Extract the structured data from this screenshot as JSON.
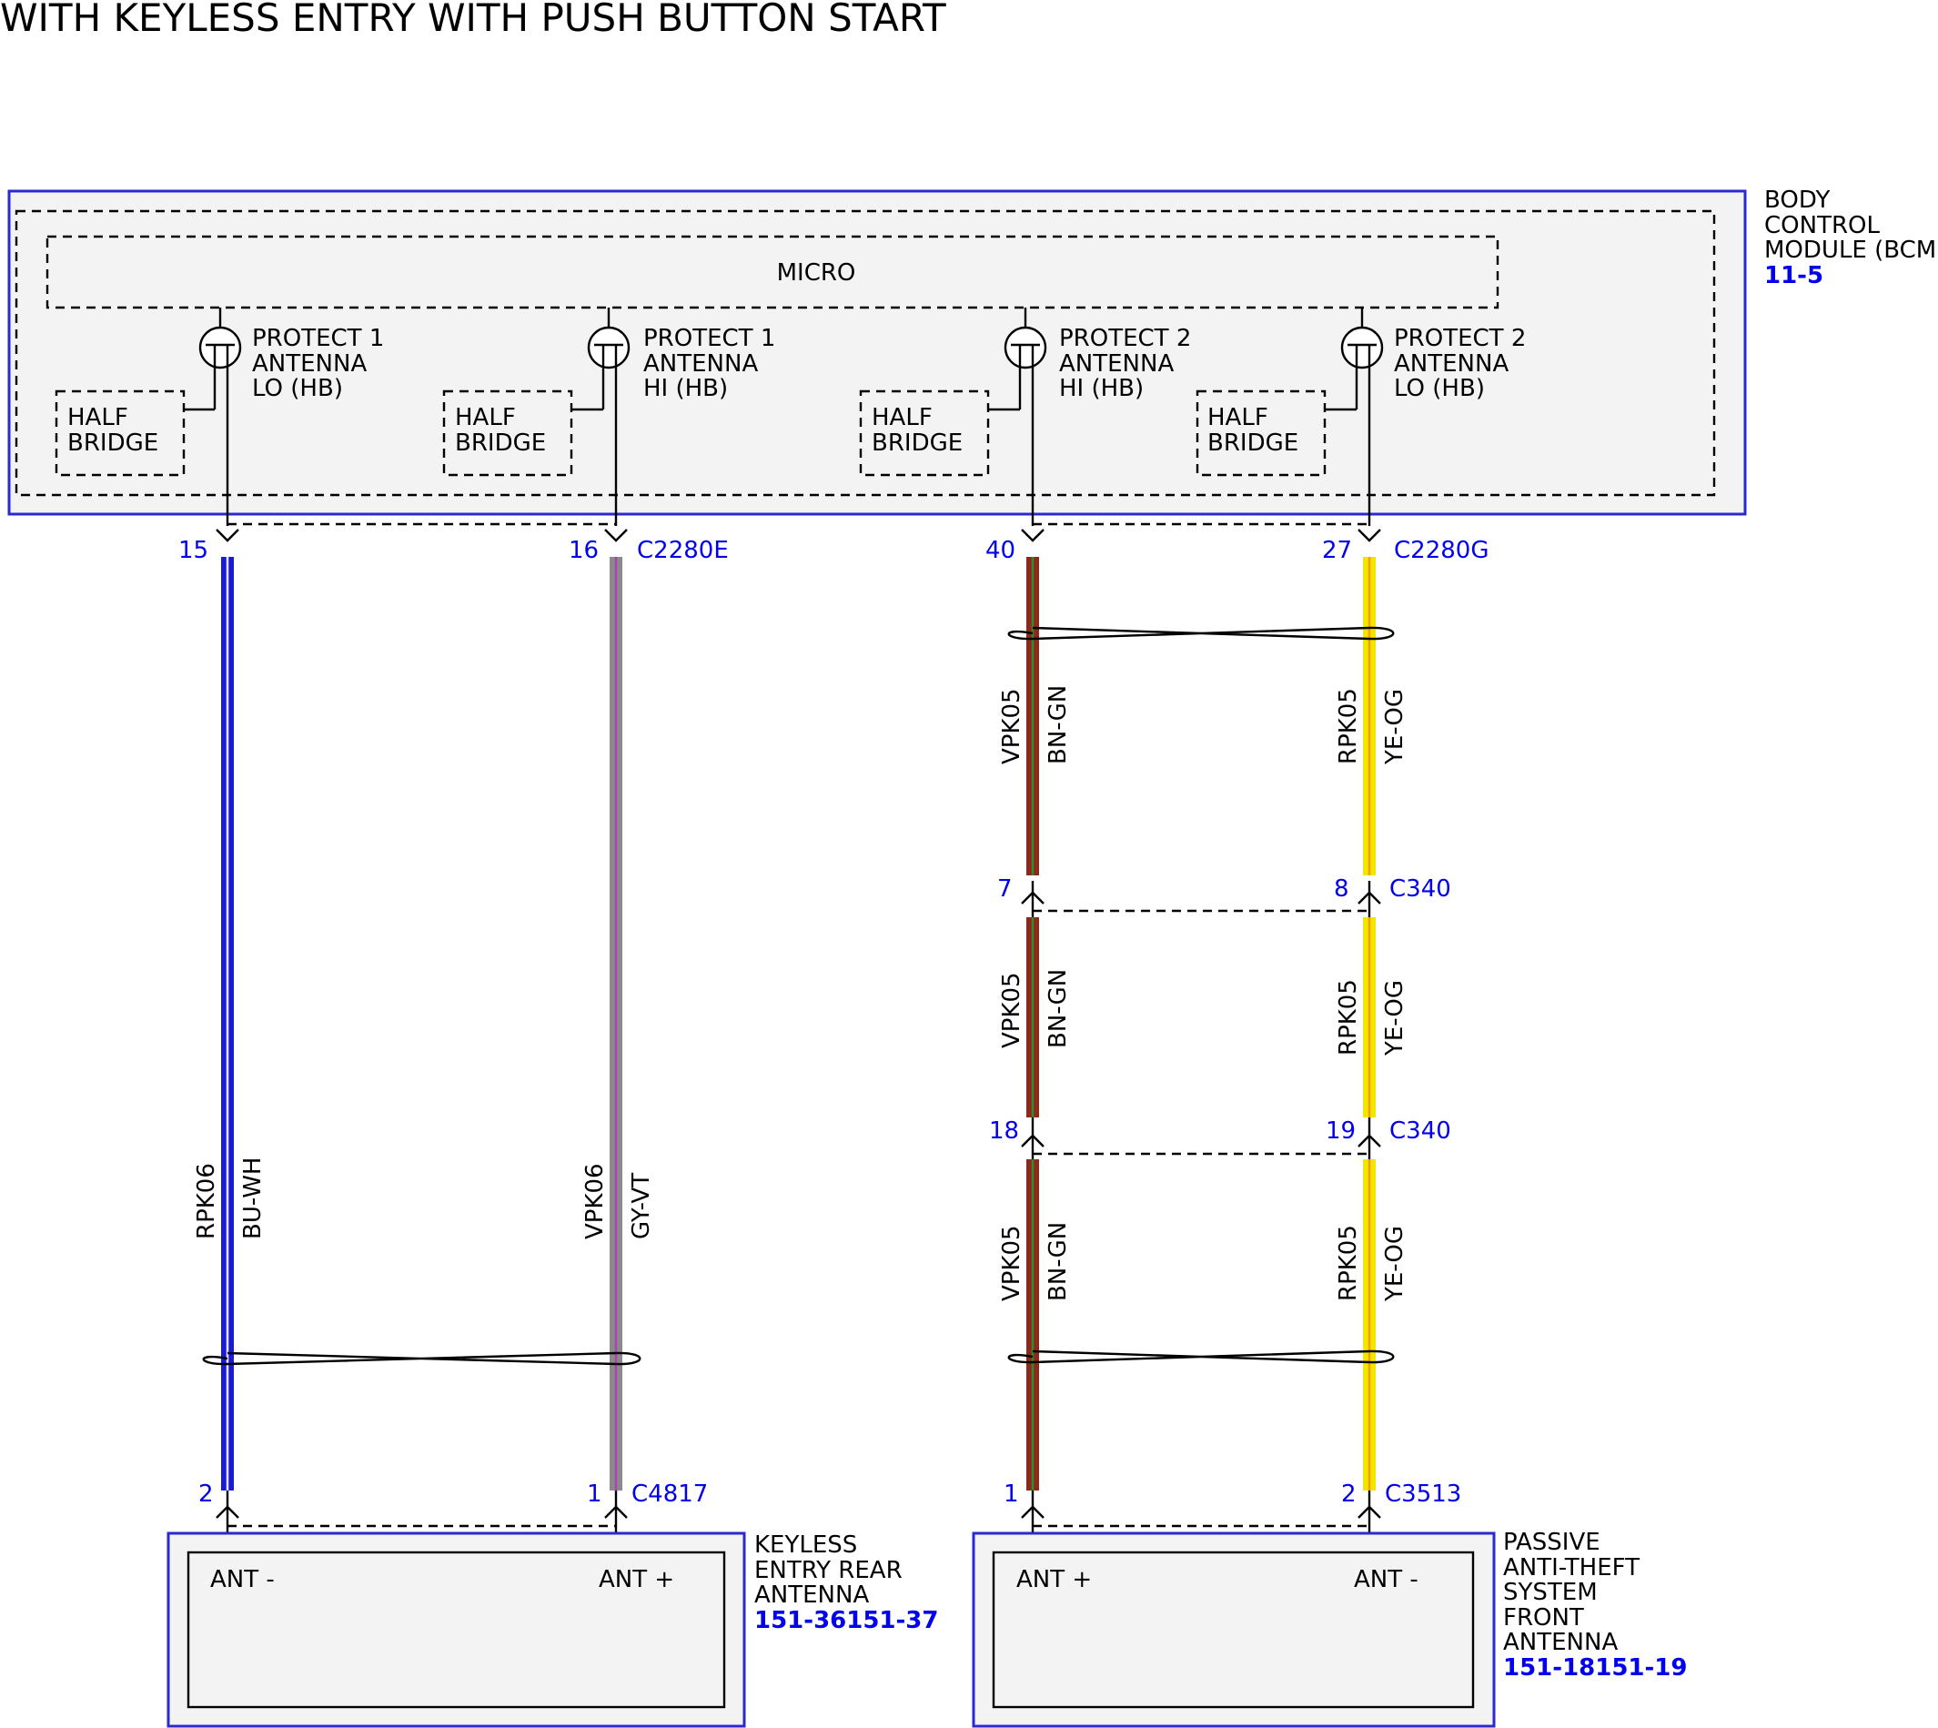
{
  "title": "WITH KEYLESS ENTRY WITH PUSH BUTTON START",
  "bcm": {
    "name_lines": [
      "BODY",
      "CONTROL",
      "MODULE (BCM)"
    ],
    "ref": "11-5",
    "micro_label": "MICRO",
    "half_bridge_lines": [
      "HALF",
      "BRIDGE"
    ],
    "outputs": [
      {
        "lines": [
          "PROTECT 1",
          "ANTENNA",
          "LO (HB)"
        ]
      },
      {
        "lines": [
          "PROTECT 1",
          "ANTENNA",
          "HI (HB)"
        ]
      },
      {
        "lines": [
          "PROTECT 2",
          "ANTENNA",
          "HI (HB)"
        ]
      },
      {
        "lines": [
          "PROTECT 2",
          "ANTENNA",
          "LO (HB)"
        ]
      }
    ]
  },
  "wires": [
    {
      "top_pin": "15",
      "bottom_pin": "2",
      "top_connector": "",
      "bottom_connector": "",
      "segments": [
        {
          "circuit": "RPK06",
          "color_code": "BU-WH"
        }
      ],
      "colors": [
        "#1a1adc",
        "#e8e8ff"
      ]
    },
    {
      "top_pin": "16",
      "bottom_pin": "1",
      "top_connector": "C2280E",
      "bottom_connector": "C4817",
      "segments": [
        {
          "circuit": "VPK06",
          "color_code": "GY-VT"
        }
      ],
      "colors": [
        "#8a8a8a",
        "#b040b0"
      ]
    },
    {
      "top_pin": "40",
      "bottom_pin": "1",
      "top_connector": "",
      "bottom_connector": "",
      "mid_pins": [
        "7",
        "18"
      ],
      "segments": [
        {
          "circuit": "VPK05",
          "color_code": "BN-GN"
        },
        {
          "circuit": "VPK05",
          "color_code": "BN-GN"
        },
        {
          "circuit": "VPK05",
          "color_code": "BN-GN"
        }
      ],
      "colors": [
        "#8b2a1a",
        "#2e8b2e"
      ]
    },
    {
      "top_pin": "27",
      "bottom_pin": "2",
      "top_connector": "C2280G",
      "bottom_connector": "C3513",
      "mid_pins": [
        "8",
        "19"
      ],
      "mid_connectors": [
        "C340",
        "C340"
      ],
      "segments": [
        {
          "circuit": "RPK05",
          "color_code": "YE-OG"
        },
        {
          "circuit": "RPK05",
          "color_code": "YE-OG"
        },
        {
          "circuit": "RPK05",
          "color_code": "YE-OG"
        }
      ],
      "colors": [
        "#f2e600",
        "#f2a000"
      ]
    }
  ],
  "rear_antenna": {
    "pins": [
      "ANT -",
      "ANT +"
    ],
    "name_lines": [
      "KEYLESS",
      "ENTRY REAR",
      "ANTENNA"
    ],
    "ref": "151-36151-37"
  },
  "front_antenna": {
    "pins": [
      "ANT +",
      "ANT -"
    ],
    "name_lines": [
      "PASSIVE",
      "ANTI-THEFT",
      "SYSTEM",
      "FRONT",
      "ANTENNA"
    ],
    "ref": "151-18151-19"
  },
  "colors": {
    "module_border": "#2a2ad0",
    "module_fill": "#f3f3f3",
    "link_text": "#0000ee"
  }
}
